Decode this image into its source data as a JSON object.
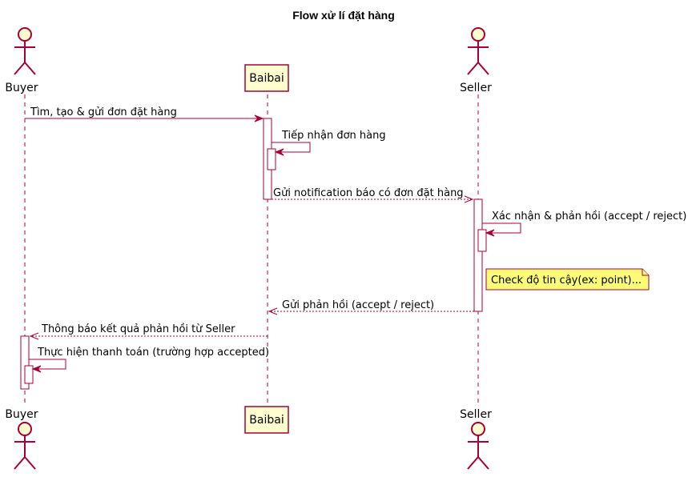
{
  "diagram": {
    "title": "Flow xử lí đặt hàng",
    "participants": {
      "buyer": "Buyer",
      "baibai": "Baibai",
      "seller": "Seller"
    },
    "messages": [
      "Tìm, tạo & gửi đơn đặt hàng",
      "Tiếp nhận đơn hàng",
      "Gửi notification báo có đơn đặt hàng",
      "Xác nhận & phản hồi (accept / reject)",
      "Gửi phản hồi (accept / reject)",
      "Thông báo kết quả phản hồi từ Seller",
      "Thực hiện thanh toán (trường hợp accepted)"
    ],
    "note": "Check độ tin cậy(ex: point)...",
    "colors": {
      "line": "#A80036",
      "participant_fill": "#FEFECE",
      "note_fill": "#FBFB77"
    }
  }
}
